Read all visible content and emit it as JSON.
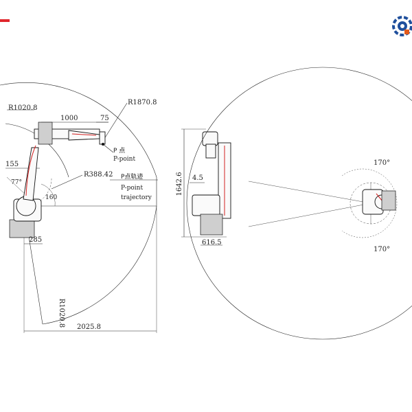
{
  "brand": {
    "logo_icon": "gear-robot-logo-icon",
    "accent_color": "#e0272d",
    "logo_color": "#1f4f9c",
    "logo_gear_color": "#e25a1c"
  },
  "side_view": {
    "reach_radius_label": "R1870.8",
    "inner_radius_label": "R1020.8",
    "lower_radius_label": "R1020.8",
    "arm_length_label": "1000",
    "wrist_offset_label": "75",
    "shoulder_offset_label": "155",
    "trajectory_radius_label": "R388.42",
    "base_depth_label": "285",
    "total_width_label": "2025.8",
    "angle_upper_label": "77°",
    "angle_lower_label": "160",
    "p_point_cn": "P 点",
    "p_point_en": "P-point",
    "p_trajectory_cn": "P点轨迹",
    "p_trajectory_en_1": "P-point",
    "p_trajectory_en_2": "trajectory"
  },
  "front_view": {
    "height_label": "1642.6",
    "offset_label": "4.5",
    "base_width_label": "616.5"
  },
  "top_view": {
    "rotation_upper_label": "170°",
    "rotation_lower_label": "170°"
  }
}
